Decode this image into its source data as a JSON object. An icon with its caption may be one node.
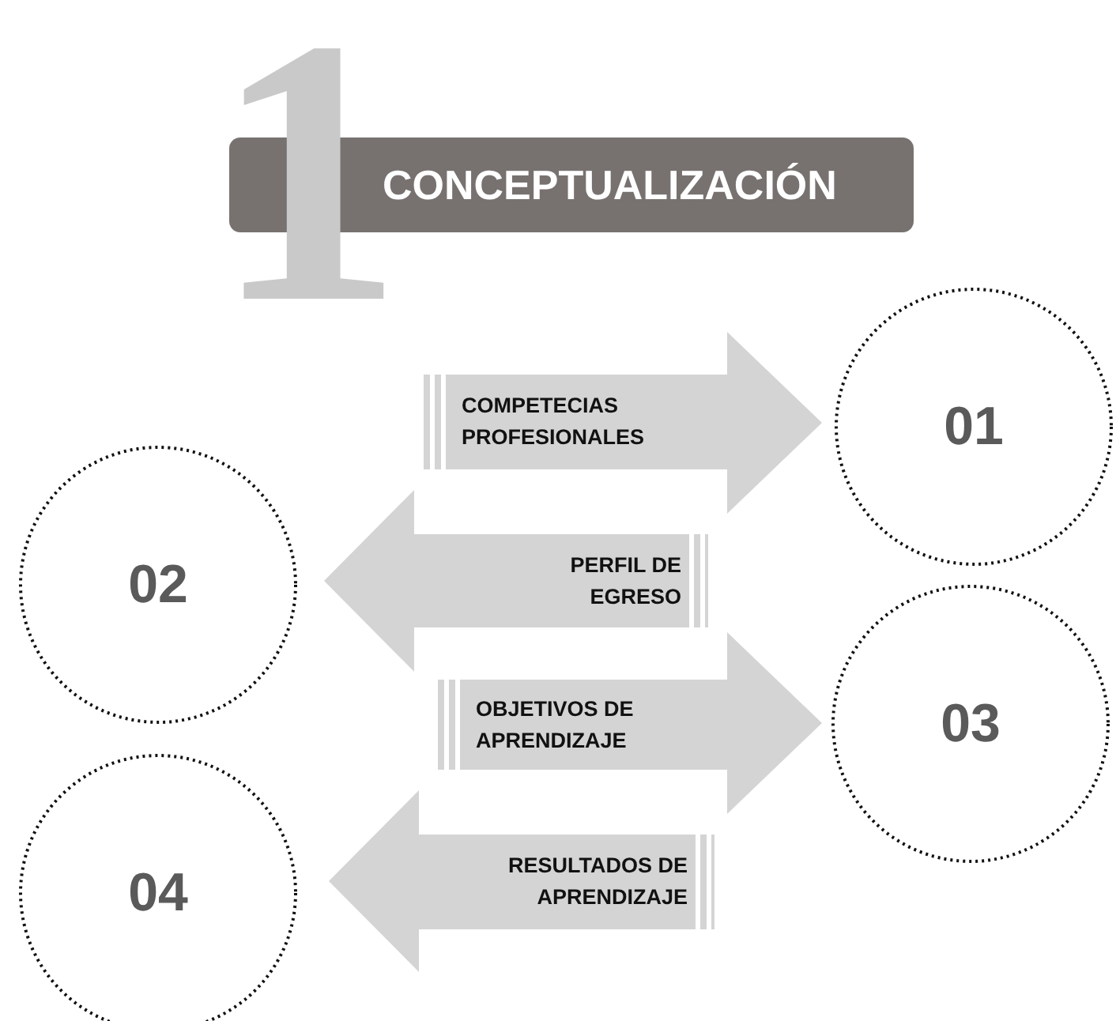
{
  "diagram": {
    "title": "CONCEPTUALIZACIÓN",
    "nodes": [
      {
        "text": [
          "COMPETECIAS PROFESIONALES"
        ]
      },
      {
        "text": [
          "01"
        ]
      },
      {
        "text": [
          "02"
        ]
      },
      {
        "text": [
          "PERFIL DE EGRESO"
        ]
      },
      {
        "text": [
          "OBJETIVOS DE APRENDIZAJE"
        ]
      },
      {
        "text": [
          "03"
        ]
      },
      {
        "text": [
          "04"
        ]
      },
      {
        "text": [
          "RESULTADOS DE APRENDIZAJE"
        ]
      }
    ],
    "labels": [
      "1"
    ]
  }
}
